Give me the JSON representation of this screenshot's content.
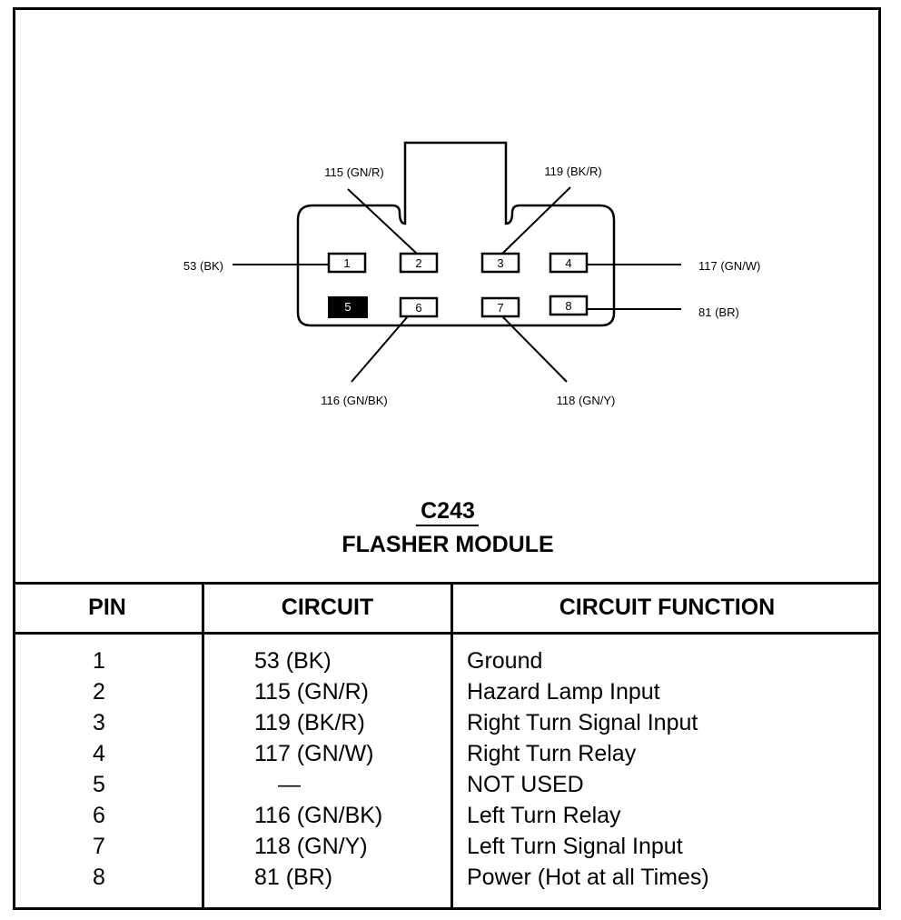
{
  "connector": {
    "code": "C243",
    "name": "FLASHER MODULE",
    "pins": [
      {
        "number": "1",
        "label": "53 (BK)",
        "used": true
      },
      {
        "number": "2",
        "label": "115 (GN/R)",
        "used": true
      },
      {
        "number": "3",
        "label": "119 (BK/R)",
        "used": true
      },
      {
        "number": "4",
        "label": "117 (GN/W)",
        "used": true
      },
      {
        "number": "5",
        "label": "",
        "used": false
      },
      {
        "number": "6",
        "label": "116 (GN/BK)",
        "used": true
      },
      {
        "number": "7",
        "label": "118 (GN/Y)",
        "used": true
      },
      {
        "number": "8",
        "label": "81 (BR)",
        "used": true
      }
    ]
  },
  "table": {
    "headers": {
      "pin": "PIN",
      "circuit": "CIRCUIT",
      "function": "CIRCUIT FUNCTION"
    },
    "rows": [
      {
        "pin": "1",
        "circuit": "53 (BK)",
        "function": "Ground"
      },
      {
        "pin": "2",
        "circuit": "115 (GN/R)",
        "function": "Hazard Lamp Input"
      },
      {
        "pin": "3",
        "circuit": "119 (BK/R)",
        "function": "Right Turn Signal Input"
      },
      {
        "pin": "4",
        "circuit": "117 (GN/W)",
        "function": "Right Turn Relay"
      },
      {
        "pin": "5",
        "circuit": "—",
        "function": "NOT USED"
      },
      {
        "pin": "6",
        "circuit": "116 (GN/BK)",
        "function": "Left Turn Relay"
      },
      {
        "pin": "7",
        "circuit": "118 (GN/Y)",
        "function": "Left Turn Signal Input"
      },
      {
        "pin": "8",
        "circuit": "81 (BR)",
        "function": "Power (Hot at all Times)"
      }
    ]
  },
  "colors": {
    "ink": "#000000",
    "background": "#ffffff",
    "unused_pin_fill": "#000000"
  }
}
